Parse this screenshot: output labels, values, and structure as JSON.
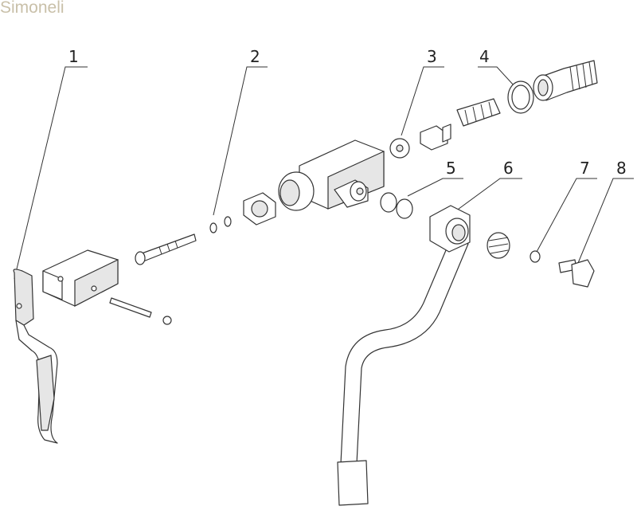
{
  "brand": "Simoneli",
  "labels": [
    "1",
    "2",
    "3",
    "4",
    "5",
    "6",
    "7",
    "8"
  ],
  "colors": {
    "brand": "#c9c0a9",
    "line": "#333333"
  }
}
